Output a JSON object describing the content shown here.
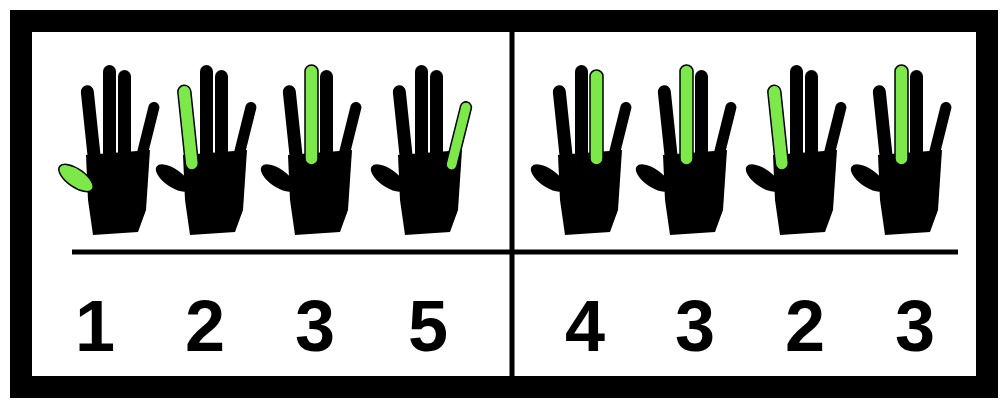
{
  "diagram": {
    "labels": [
      "1",
      "2",
      "3",
      "5",
      "4",
      "3",
      "2",
      "3"
    ]
  }
}
